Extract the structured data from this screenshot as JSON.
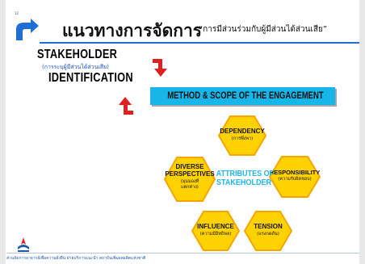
{
  "slide": {
    "page_number": "12",
    "title": "แนวทางการจัดการ",
    "subtitle": "“การมีส่วนร่วมกับผู้มีส่วนได้ส่วนเสีย”"
  },
  "stakeholder": {
    "line1": "STAKEHOLDER",
    "thai": "(การระบุผู้มีส่วนได้ส่วนเสีย)",
    "line2": "IDENTIFICATION"
  },
  "method": {
    "label": "METHOD & SCOPE OF THE ENGAGEMENT"
  },
  "attributes": {
    "center_line1": "ATTRIBUTES OF",
    "center_line2": "STAKEHOLDER",
    "items": [
      {
        "title": "DEPENDENCY",
        "thai": "(การพึ่งพา)"
      },
      {
        "title": "DIVERSE",
        "title2": "PERSPECTIVES",
        "thai": "(มุมมองที่",
        "thai2": "แตกต่าง)"
      },
      {
        "title": "RESPONSIBILITY",
        "thai": "(ความรับผิดชอบ)"
      },
      {
        "title": "INFLUENCE",
        "thai": "(ความมีอิทธิพล)"
      },
      {
        "title": "TENSION",
        "thai": "(แรงกดดัน)"
      }
    ]
  },
  "footer": {
    "text": "ส่วนจัดการอาจารย์เพื่อความยั่งยืน ฝ่ายบริการแนะนำ สถาบันเพิ่มผลผลิตแห่งชาติ"
  },
  "colors": {
    "accent_blue": "#1f6fd6",
    "banner_cyan": "#18b6e8",
    "hex_yellow": "#ffd200",
    "hex_border": "#f6a500",
    "arrow_red": "#e02020"
  }
}
